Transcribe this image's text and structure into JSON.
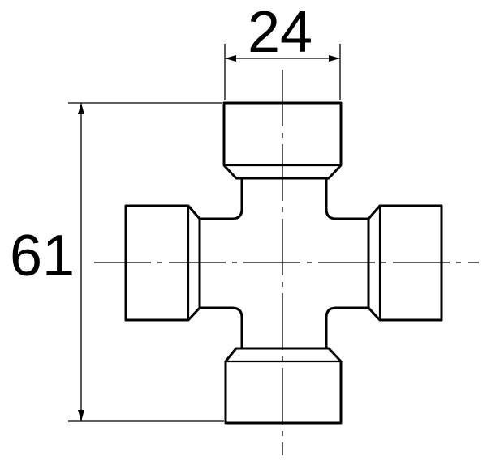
{
  "drawing": {
    "dimensions": [
      {
        "id": "width",
        "label": "24"
      },
      {
        "id": "height",
        "label": "61"
      }
    ]
  }
}
